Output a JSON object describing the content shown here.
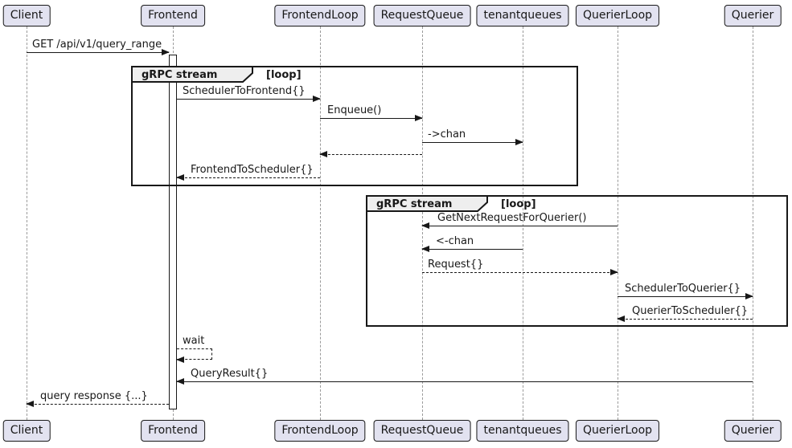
{
  "diagram": {
    "type": "sequence-diagram",
    "participants": [
      {
        "name": "Client"
      },
      {
        "name": "Frontend"
      },
      {
        "name": "FrontendLoop"
      },
      {
        "name": "RequestQueue"
      },
      {
        "name": "tenantqueues"
      },
      {
        "name": "QuerierLoop"
      },
      {
        "name": "Querier"
      }
    ],
    "fragments": [
      {
        "title": "gRPC stream",
        "operator": "[loop]"
      },
      {
        "title": "gRPC stream",
        "operator": "[loop]"
      }
    ],
    "messages": [
      {
        "label": "GET /api/v1/query_range",
        "from": "Client",
        "to": "Frontend",
        "style": "solid"
      },
      {
        "label": "SchedulerToFrontend{}",
        "from": "Frontend",
        "to": "FrontendLoop",
        "style": "solid"
      },
      {
        "label": "Enqueue()",
        "from": "FrontendLoop",
        "to": "RequestQueue",
        "style": "solid"
      },
      {
        "label": "->chan",
        "from": "RequestQueue",
        "to": "tenantqueues",
        "style": "solid"
      },
      {
        "label": "",
        "from": "RequestQueue",
        "to": "FrontendLoop",
        "style": "dashed"
      },
      {
        "label": "FrontendToScheduler{}",
        "from": "FrontendLoop",
        "to": "Frontend",
        "style": "dashed"
      },
      {
        "label": "GetNextRequestForQuerier()",
        "from": "QuerierLoop",
        "to": "RequestQueue",
        "style": "solid"
      },
      {
        "label": "<-chan",
        "from": "tenantqueues",
        "to": "RequestQueue",
        "style": "solid"
      },
      {
        "label": "Request{}",
        "from": "RequestQueue",
        "to": "QuerierLoop",
        "style": "dashed"
      },
      {
        "label": "SchedulerToQuerier{}",
        "from": "QuerierLoop",
        "to": "Querier",
        "style": "solid"
      },
      {
        "label": "QuerierToScheduler{}",
        "from": "Querier",
        "to": "QuerierLoop",
        "style": "dashed"
      },
      {
        "label": "wait",
        "from": "Frontend",
        "to": "Frontend",
        "style": "dashed-self"
      },
      {
        "label": "QueryResult{}",
        "from": "Querier",
        "to": "Frontend",
        "style": "solid"
      },
      {
        "label": "query response {...}",
        "from": "Frontend",
        "to": "Client",
        "style": "dashed"
      }
    ],
    "colors": {
      "participant_fill": "#E2E2F0",
      "stroke": "#181818",
      "lifeline": "#9A9A9A",
      "fragment_tab_fill": "#EEEEEE",
      "background": "#FFFFFF"
    }
  }
}
